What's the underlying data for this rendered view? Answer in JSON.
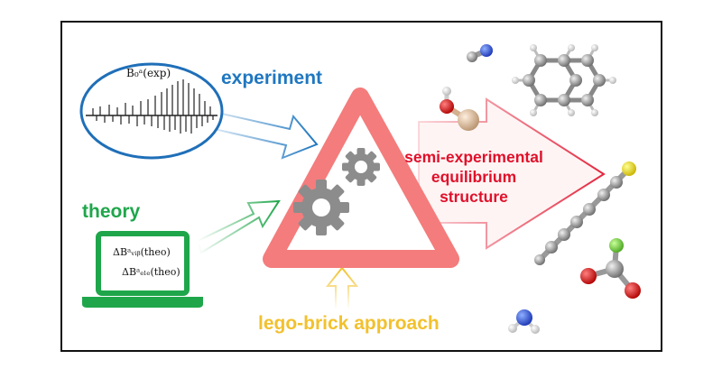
{
  "labels": {
    "experiment": "experiment",
    "theory": "theory",
    "approach": "lego-brick approach",
    "structure_line1": "semi-experimental",
    "structure_line2": "equilibrium",
    "structure_line3": "structure"
  },
  "formulas": {
    "experimental": "B₀ᵃ(exp)",
    "vibrational": "ΔBᵃᵥᵢᵦ(theo)",
    "electronic": "ΔBᵃₑₗₑ(theo)"
  },
  "colors": {
    "experiment": "#1f77c0",
    "theory": "#1fa64b",
    "approach": "#f2c12e",
    "structure": "#e0102a",
    "warning_triangle": "#f47c7c",
    "gears": "#8c8c8c"
  },
  "icons": [
    "spectrum-ellipse",
    "laptop-icon",
    "warning-triangle-icon",
    "gears-icon",
    "molecule-icons"
  ]
}
